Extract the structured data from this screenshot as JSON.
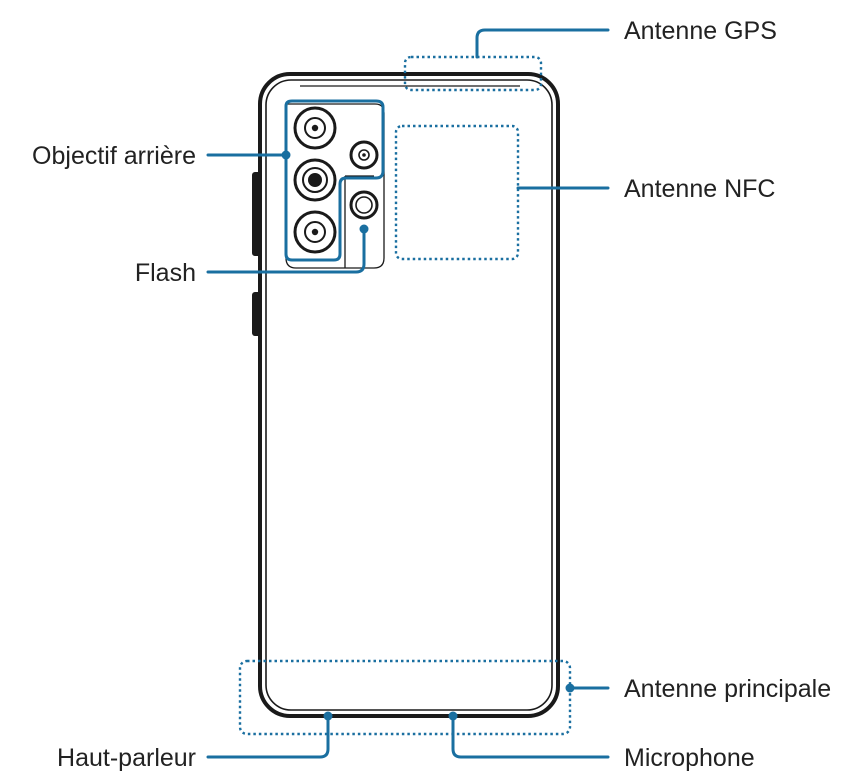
{
  "labels": {
    "gps": "Antenne GPS",
    "rear_camera": "Objectif arrière",
    "nfc": "Antenne NFC",
    "flash": "Flash",
    "main_antenna": "Antenne principale",
    "speaker": "Haut-parleur",
    "microphone": "Microphone"
  },
  "colors": {
    "callout": "#1a6fa0",
    "outline": "#1a1a1a",
    "text": "#222222"
  }
}
